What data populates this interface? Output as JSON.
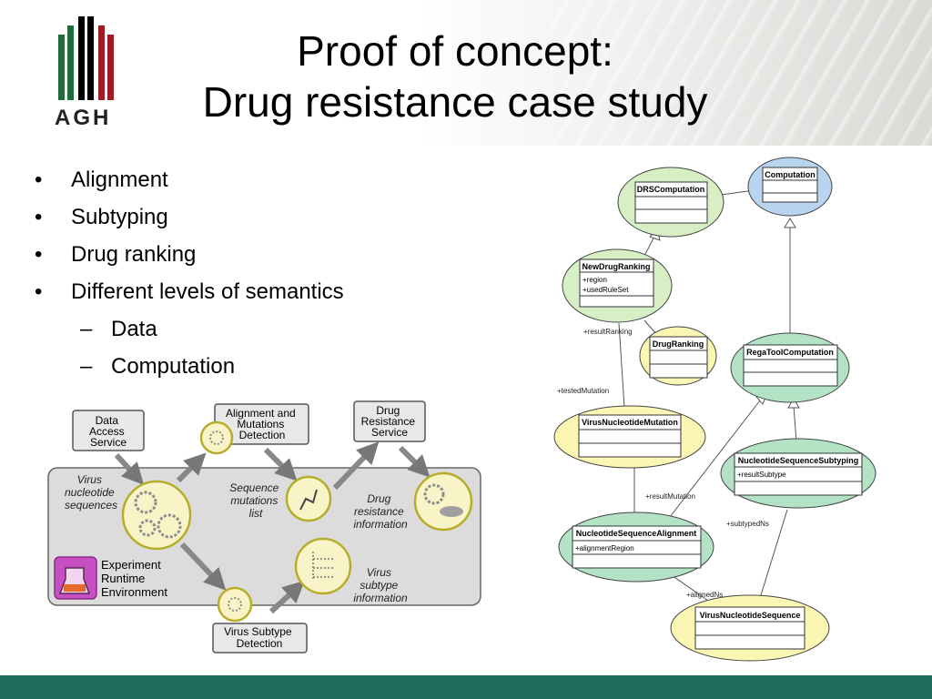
{
  "slide": {
    "title_line1": "Proof of concept:",
    "title_line2": "Drug resistance case study",
    "logo_text": "AGH"
  },
  "bullets": [
    {
      "text": "Alignment",
      "level": 1
    },
    {
      "text": "Subtyping",
      "level": 1
    },
    {
      "text": "Drug ranking",
      "level": 1
    },
    {
      "text": "Different levels of semantics",
      "level": 1
    },
    {
      "text": "Data",
      "level": 2
    },
    {
      "text": "Computation",
      "level": 2
    }
  ],
  "workflow": {
    "data_access_service": [
      "Data",
      "Access",
      "Service"
    ],
    "alignment_detection": [
      "Alignment and",
      "Mutations",
      "Detection"
    ],
    "drug_resistance_service": [
      "Drug",
      "Resistance",
      "Service"
    ],
    "virus_subtype_detection": [
      "Virus Subtype",
      "Detection"
    ],
    "virus_nucleotide_sequences": [
      "Virus",
      "nucleotide",
      "sequences"
    ],
    "sequence_mutations_list": [
      "Sequence",
      "mutations",
      "list"
    ],
    "drug_resistance_information": [
      "Drug",
      "resistance",
      "information"
    ],
    "virus_subtype_information": [
      "Virus",
      "subtype",
      "information"
    ],
    "experiment_runtime_environment": [
      "Experiment",
      "Runtime",
      "Environment"
    ]
  },
  "uml": {
    "classes": {
      "computation": "Computation",
      "drs_computation": "DRSComputation",
      "new_drug_ranking": "NewDrugRanking",
      "new_drug_ranking_attr1": "+region",
      "new_drug_ranking_attr2": "+usedRuleSet",
      "drug_ranking": "DrugRanking",
      "rega_tool_computation": "RegaToolComputation",
      "virus_nucleotide_mutation": "VirusNucleotideMutation",
      "nucleotide_sequence_subtyping": "NucleotideSequenceSubtyping",
      "nucleotide_sequence_subtyping_attr": "+resultSubtype",
      "nucleotide_sequence_alignment": "NucleotideSequenceAlignment",
      "nucleotide_sequence_alignment_attr": "+alignmentRegion",
      "virus_nucleotide_sequence": "VirusNucleotideSequence"
    },
    "roles": {
      "result_ranking": "+resultRanking",
      "tested_mutation": "+testedMutation",
      "result_mutation": "+resultMutation",
      "subtyped_ns": "+subtypedNs",
      "aligned_ns": "+alignedNs"
    },
    "colors": {
      "computation_fill": "#b8d4ee",
      "drs_fill": "#d6efc5",
      "drug_ranking_fill": "#fbf6b3",
      "rega_fill": "#b3e3c4"
    }
  }
}
